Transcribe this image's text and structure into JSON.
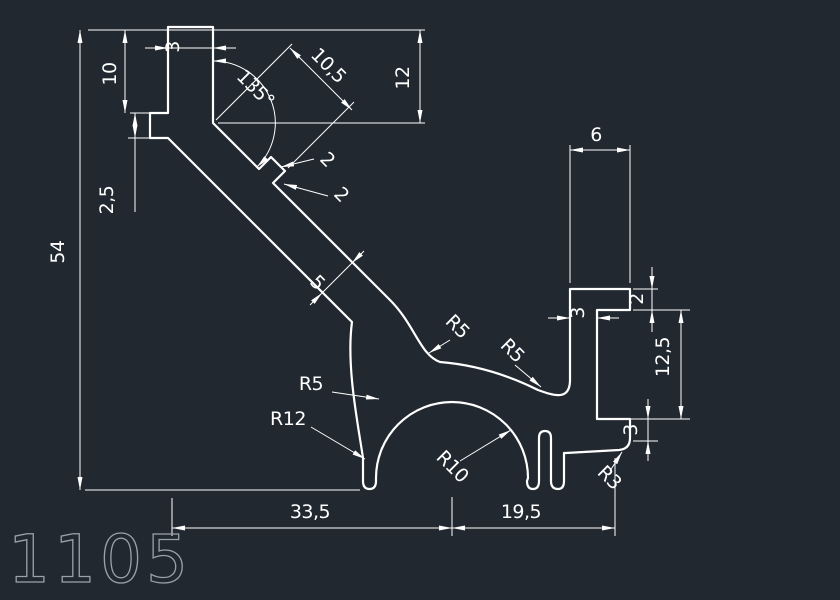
{
  "canvas": {
    "background": "#212830",
    "line_color": "#ffffff",
    "title_color": "#9aa1ab"
  },
  "title": {
    "drawing_number": "1105"
  },
  "dims": {
    "top_width": "3",
    "left_offset": "10",
    "left_notch": "2,5",
    "overall_height": "54",
    "angle": "135°",
    "diagonal_width": "10,5",
    "top_height": "12",
    "step_depth": "2",
    "step_width": "2",
    "wall_thickness": "5",
    "flange_width": "6",
    "flange_top_thickness": "2",
    "web_thickness": "3",
    "channel_opening": "12,5",
    "flange_bottom_thickness": "3",
    "base_left_width": "33,5",
    "base_right_width": "19,5"
  },
  "radii": {
    "fillet_upper": "R5",
    "fillet_right": "R5",
    "fillet_left": "R5",
    "outer_left": "R12",
    "arch": "R10",
    "corner_right": "R3"
  }
}
